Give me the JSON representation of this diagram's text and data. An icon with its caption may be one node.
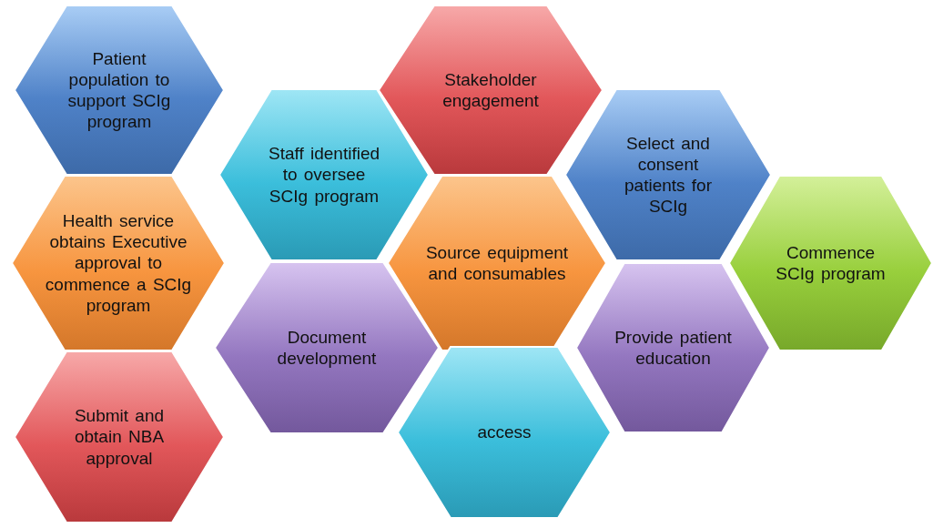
{
  "diagram": {
    "nodes": [
      {
        "text": [
          "Patient population to support SCIg program"
        ]
      },
      {
        "text": [
          "Stakeholder engagement"
        ]
      },
      {
        "text": [
          "Staff identified to oversee SCIg program"
        ]
      },
      {
        "text": [
          "Select and consent patients for SCIg"
        ]
      },
      {
        "text": [
          "Health service obtains Executive approval to commence a SCIg program"
        ]
      },
      {
        "text": [
          "Source equipment and consumables"
        ]
      },
      {
        "text": [
          "Commence SCIg program"
        ]
      },
      {
        "text": [
          "Document development"
        ]
      },
      {
        "text": [
          "Provide patient education"
        ]
      },
      {
        "text": [
          "Submit and obtain NBA approval"
        ]
      },
      {
        "text": [
          "access"
        ]
      }
    ]
  }
}
